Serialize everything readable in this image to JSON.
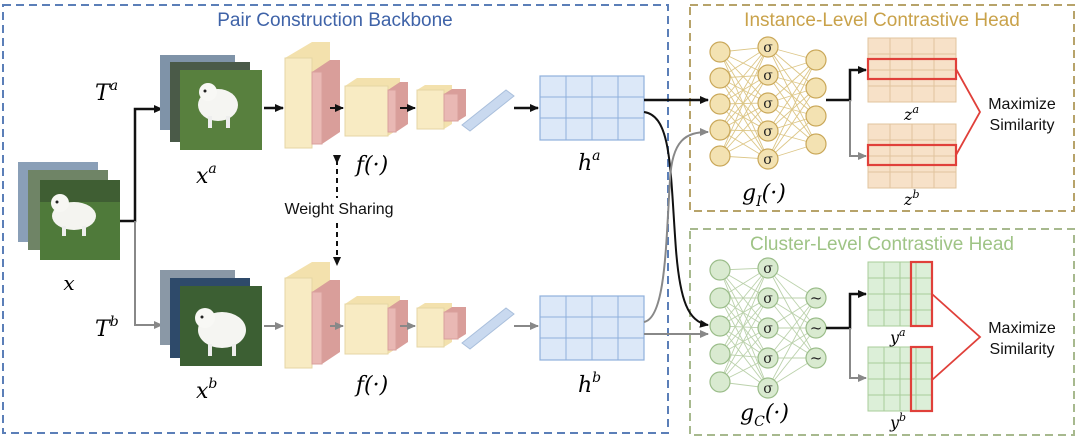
{
  "sections": {
    "backbone_title": "Pair Construction Backbone",
    "instance_head_title": "Instance-Level Contrastive Head",
    "cluster_head_title": "Cluster-Level Contrastive Head"
  },
  "labels": {
    "input": "x",
    "aug_a_base": "T",
    "aug_a_sup": "a",
    "aug_b_base": "T",
    "aug_b_sup": "b",
    "view_a_base": "x",
    "view_a_sup": "a",
    "view_b_base": "x",
    "view_b_sup": "b",
    "encoder_top": "f(·)",
    "encoder_bottom": "f(·)",
    "weight_sharing": "Weight Sharing",
    "feat_a_base": "h",
    "feat_a_sup": "a",
    "feat_b_base": "h",
    "feat_b_sup": "b",
    "instance_proj_base": "g",
    "instance_proj_sub": "I",
    "instance_proj_args": "(·)",
    "cluster_proj_base": "g",
    "cluster_proj_sub": "C",
    "cluster_proj_args": "(·)",
    "z_a_base": "z",
    "z_a_sup": "a",
    "z_b_base": "z",
    "z_b_sup": "b",
    "y_a_base": "y",
    "y_a_sup": "a",
    "y_b_base": "y",
    "y_b_sup": "b",
    "maximize_top_1": "Maximize",
    "maximize_top_2": "Similarity",
    "maximize_bottom_1": "Maximize",
    "maximize_bottom_2": "Similarity",
    "sigma": "σ",
    "tilde": "~"
  },
  "colors": {
    "backbone_border": "#5b7fb8",
    "backbone_title": "#3f63a8",
    "instance_border": "#b7a36a",
    "instance_title": "#c9a24a",
    "cluster_border": "#a7b98e",
    "cluster_title": "#9fc486",
    "block_yellow": "#f8ebc3",
    "block_pink": "#e9b8b4",
    "feature_grid": "#dce8f8",
    "feature_grid_line": "#8fb0dc",
    "instance_node": "#f3e2b2",
    "instance_node_stroke": "#caa85a",
    "cluster_node": "#d9ead0",
    "cluster_node_stroke": "#9bbd8a",
    "z_grid": "#f7e1c8",
    "y_grid": "#dcefd8",
    "highlight": "#e0403a"
  }
}
